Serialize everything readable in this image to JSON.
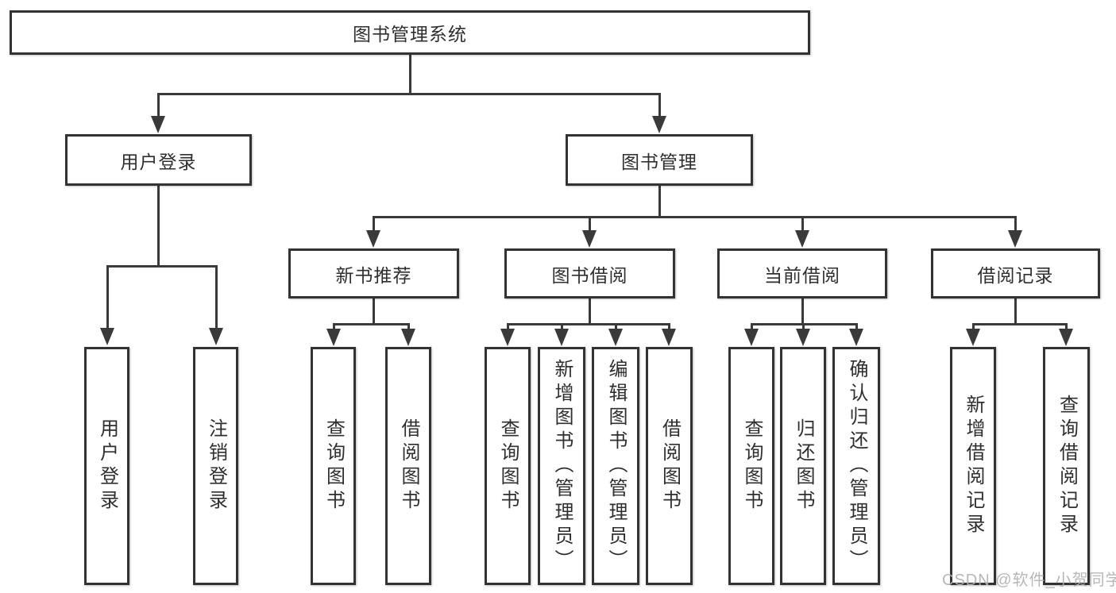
{
  "tree": {
    "label": "图书管理系统",
    "children": [
      {
        "label": "用户登录",
        "children": [
          {
            "label": "用户登录"
          },
          {
            "label": "注销登录"
          }
        ]
      },
      {
        "label": "图书管理",
        "children": [
          {
            "label": "新书推荐",
            "children": [
              {
                "label": "查询图书"
              },
              {
                "label": "借阅图书"
              }
            ]
          },
          {
            "label": "图书借阅",
            "children": [
              {
                "label": "查询图书"
              },
              {
                "label": "新增图书（管理员）"
              },
              {
                "label": "编辑图书（管理员）"
              },
              {
                "label": "借阅图书"
              }
            ]
          },
          {
            "label": "当前借阅",
            "children": [
              {
                "label": "查询图书"
              },
              {
                "label": "归还图书"
              },
              {
                "label": "确认归还（管理员）"
              }
            ]
          },
          {
            "label": "借阅记录",
            "children": [
              {
                "label": "新增借阅记录"
              },
              {
                "label": "查询借阅记录"
              }
            ]
          }
        ]
      }
    ]
  },
  "watermark": {
    "text": "CSDN @软件_小贺同学"
  },
  "colors": {
    "line": "#3a3a3a",
    "text": "#2f2f2f",
    "watermark": "#b0b0b0",
    "background": "#ffffff"
  }
}
